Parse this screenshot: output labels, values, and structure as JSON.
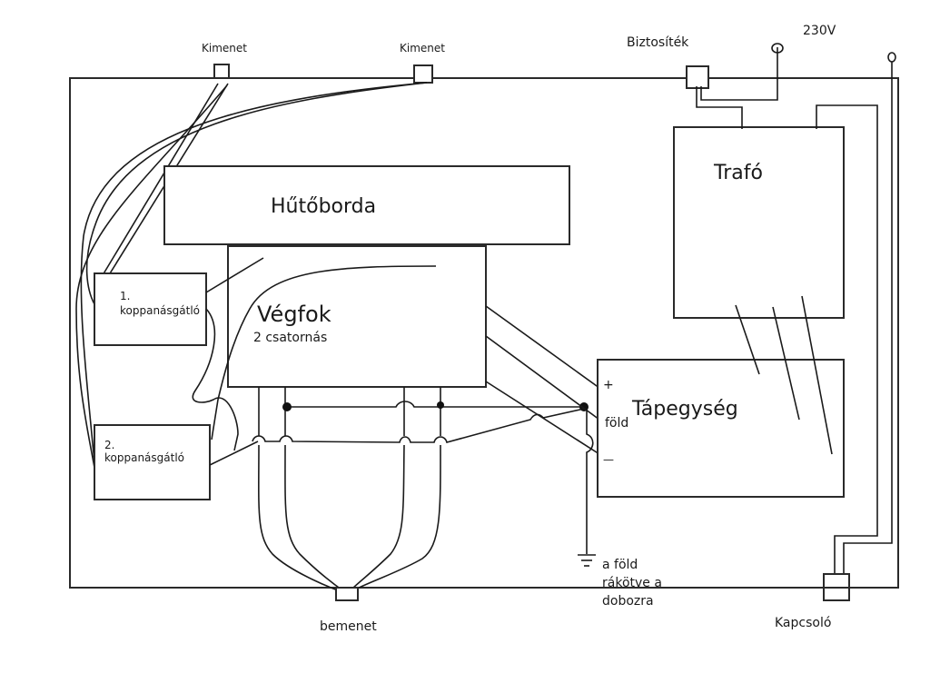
{
  "diagram": {
    "labels": {
      "output_left": "Kimenet",
      "output_right": "Kimenet",
      "fuse": "Biztosíték",
      "mains": "230V",
      "heatsink": "Hűtőborda",
      "amp_title": "Végfok",
      "amp_subtitle": "2 csatornás",
      "transformer": "Trafó",
      "psu": "Tápegység",
      "psu_plus": "+",
      "psu_ground": "föld",
      "psu_minus": "—",
      "protect1_num": "1.",
      "protect1_name": "koppanásgátló",
      "protect2_num": "2.",
      "protect2_name": "koppanásgátló",
      "ground_note_1": "a föld",
      "ground_note_2": "rákötve a",
      "ground_note_3": "dobozra",
      "input": "bemenet",
      "switch": "Kapcsoló"
    },
    "components": [
      "enclosure",
      "output-connector-left",
      "output-connector-right",
      "fuse",
      "mains-terminal-1",
      "mains-terminal-2",
      "heatsink",
      "amplifier",
      "transformer",
      "power-supply",
      "speaker-protection-1",
      "speaker-protection-2",
      "ground-symbol",
      "input-connector",
      "power-switch"
    ],
    "colors": {
      "line": "#1a1a1a",
      "background": "#ffffff"
    }
  }
}
